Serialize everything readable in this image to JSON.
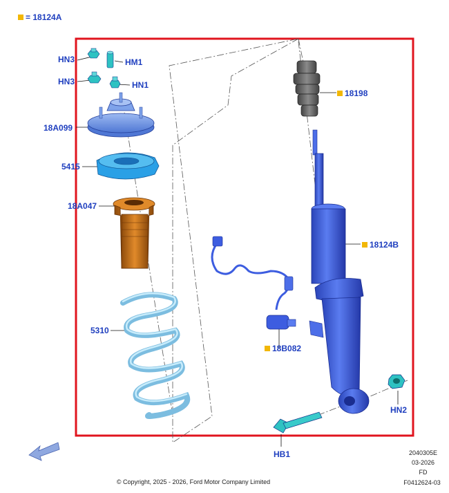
{
  "legend": {
    "text": "= 18124A",
    "marker_color": "#f2b705"
  },
  "callouts": {
    "hn3_top": "HN3",
    "hm1": "HM1",
    "hn3_mid": "HN3",
    "hn1": "HN1",
    "p18a099": "18A099",
    "p5415": "5415",
    "p18a047": "18A047",
    "p5310": "5310",
    "p18198": "18198",
    "p18124b": "18124B",
    "p18b082": "18B082",
    "hn2": "HN2",
    "hb1": "HB1"
  },
  "footer": {
    "code1": "2040305E",
    "date": "03-2026",
    "region": "FD",
    "code2": "F0412624-03",
    "copyright": "© Copyright, 2025 - 2026, Ford Motor Company Limited"
  },
  "colors": {
    "frame": "#e0141e",
    "callout_text": "#1f3fbf",
    "strut_blue": "#3d5de0",
    "mount_blue": "#6f97e6",
    "isolator_cyan": "#2aa0e6",
    "boot_orange": "#c8741a",
    "spring_lightblue": "#8cc8e8",
    "bumper_gray": "#6a6a6a",
    "fastener_teal": "#2ec2c2"
  }
}
